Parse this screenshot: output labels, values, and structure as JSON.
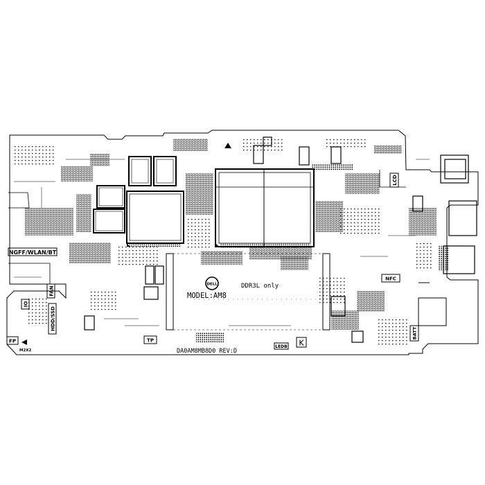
{
  "board": {
    "model_label": "MODEL:AM8",
    "ddr_note": "DDR3L only",
    "part_number": "DA0AM8MB8D0 REV:D",
    "logo_text": "DELL",
    "k_mark": "K"
  },
  "connectors": {
    "ngff": "NGFF/WLAN/BT",
    "io": "IO",
    "fan": "FAN",
    "hdd_ssd": "HDD/SSD",
    "fp": "FP",
    "m2x2": "M2X2",
    "tp": "TP",
    "ledb": "LEDB",
    "lcd": "LCD",
    "nfc": "NFC",
    "batt": "BATT"
  },
  "colors": {
    "ink": "#000000",
    "board": "#ffffff"
  }
}
